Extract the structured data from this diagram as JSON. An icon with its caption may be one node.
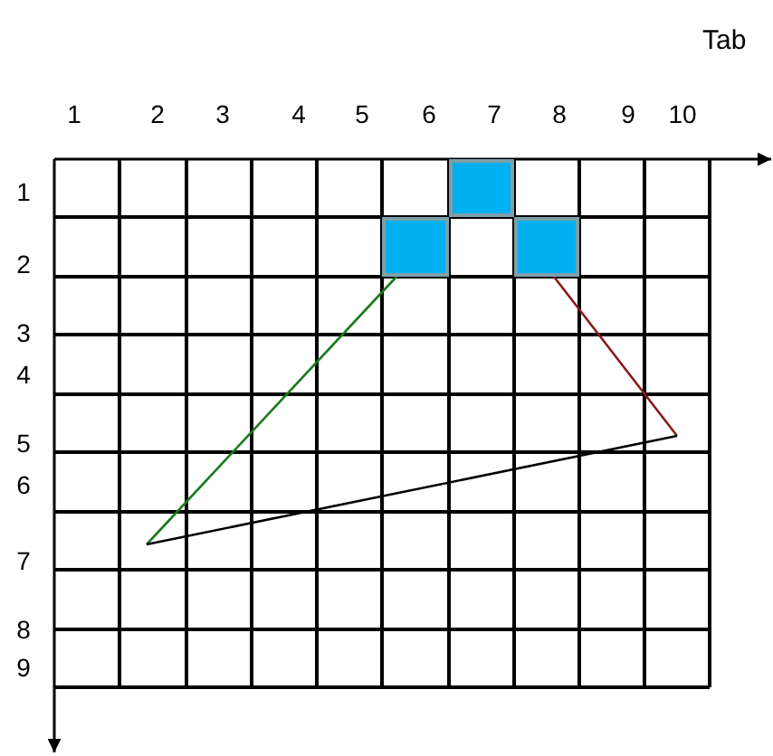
{
  "diagram": {
    "nodes": [
      {
        "text": [],
        "shape": "box"
      },
      {
        "text": [],
        "shape": "box"
      },
      {
        "text": [],
        "shape": "box"
      }
    ],
    "edges": [
      {
        "from": 1,
        "to": null,
        "arrow": "none",
        "color": "#1a7a1a"
      },
      {
        "from": 2,
        "to": null,
        "arrow": "none",
        "color": "#8b1a1a"
      }
    ],
    "labels": [
      "Tab",
      "1",
      "2",
      "3",
      "4",
      "5",
      "6",
      "7",
      "8",
      "9",
      "10",
      "1",
      "2",
      "3",
      "4",
      "5",
      "6",
      "7",
      "8",
      "9"
    ]
  }
}
